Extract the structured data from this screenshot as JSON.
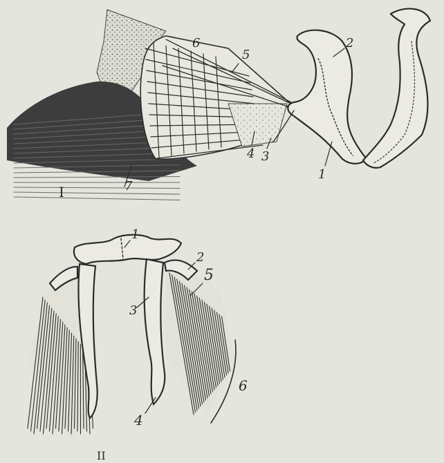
{
  "figure_parts": [
    {
      "numeral": "I",
      "labels": [
        "1",
        "2",
        "3",
        "4",
        "5",
        "6",
        "7"
      ]
    },
    {
      "numeral": "II",
      "labels": [
        "1",
        "2",
        "3",
        "4",
        "5",
        "6"
      ]
    }
  ]
}
